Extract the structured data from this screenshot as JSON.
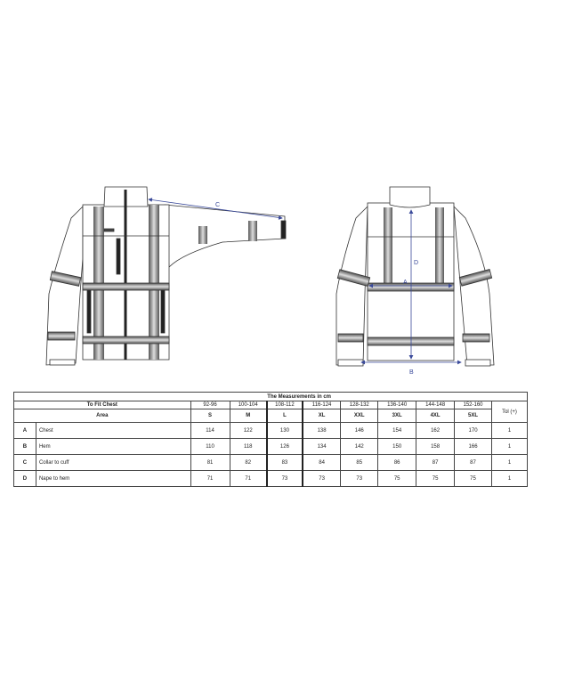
{
  "diagram": {
    "labels": {
      "c": "C",
      "d": "D",
      "a": "A",
      "b": "B"
    },
    "colors": {
      "outline": "#333333",
      "reflective_band": "#8a8a8a",
      "dimension_line": "#3a4a9a"
    }
  },
  "table": {
    "title": "The Measurements in cm",
    "fit_label": "To Fit Chest",
    "area_label": "Area",
    "tol_label": "Tol (+)",
    "chest_ranges": [
      "92-96",
      "100-104",
      "108-112",
      "116-124",
      "128-132",
      "136-140",
      "144-148",
      "152-160"
    ],
    "sizes": [
      "S",
      "M",
      "L",
      "XL",
      "XXL",
      "3XL",
      "4XL",
      "5XL"
    ],
    "rows": [
      {
        "code": "A",
        "area": "Chest",
        "values": [
          "114",
          "122",
          "130",
          "138",
          "146",
          "154",
          "162",
          "170"
        ],
        "tol": "1"
      },
      {
        "code": "B",
        "area": "Hem",
        "values": [
          "110",
          "118",
          "126",
          "134",
          "142",
          "150",
          "158",
          "166"
        ],
        "tol": "1"
      },
      {
        "code": "C",
        "area": "Collar to cuff",
        "values": [
          "81",
          "82",
          "83",
          "84",
          "85",
          "86",
          "87",
          "87"
        ],
        "tol": "1"
      },
      {
        "code": "D",
        "area": "Nape to hem",
        "values": [
          "71",
          "71",
          "73",
          "73",
          "73",
          "75",
          "75",
          "75"
        ],
        "tol": "1"
      }
    ]
  }
}
